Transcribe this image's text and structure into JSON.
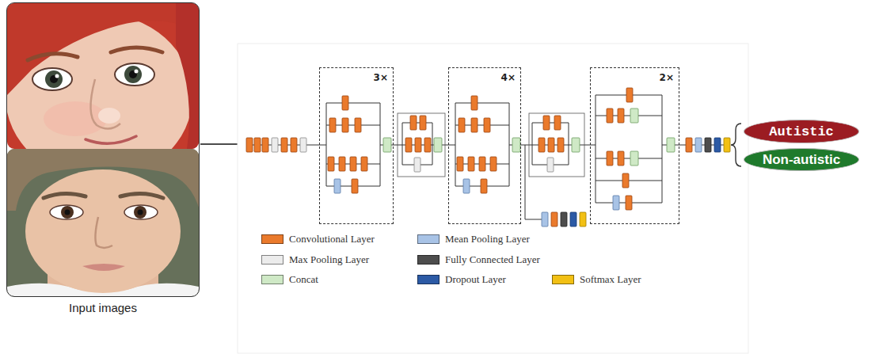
{
  "diagram": {
    "nodes": [
      {
        "text": [
          "Input images"
        ]
      },
      {
        "text": [
          "3×"
        ]
      },
      {
        "text": [
          "4×"
        ]
      },
      {
        "text": [
          "2×"
        ]
      },
      {
        "text": [
          "Autistic"
        ]
      },
      {
        "text": [
          "Non-autistic"
        ]
      }
    ],
    "legend": [
      {
        "text": "Convolutional Layer",
        "color": "#ea7a2c"
      },
      {
        "text": "Mean Pooling Layer",
        "color": "#a8c3e6"
      },
      {
        "text": "Max Pooling Layer",
        "color": "#ececec"
      },
      {
        "text": "Fully Connected Layer",
        "color": "#4d4d4d"
      },
      {
        "text": "Concat",
        "color": "#cfe9c6"
      },
      {
        "text": "Dropout Layer",
        "color": "#2c5aa5"
      },
      {
        "text": "Softmax Layer",
        "color": "#f2c014"
      }
    ]
  }
}
